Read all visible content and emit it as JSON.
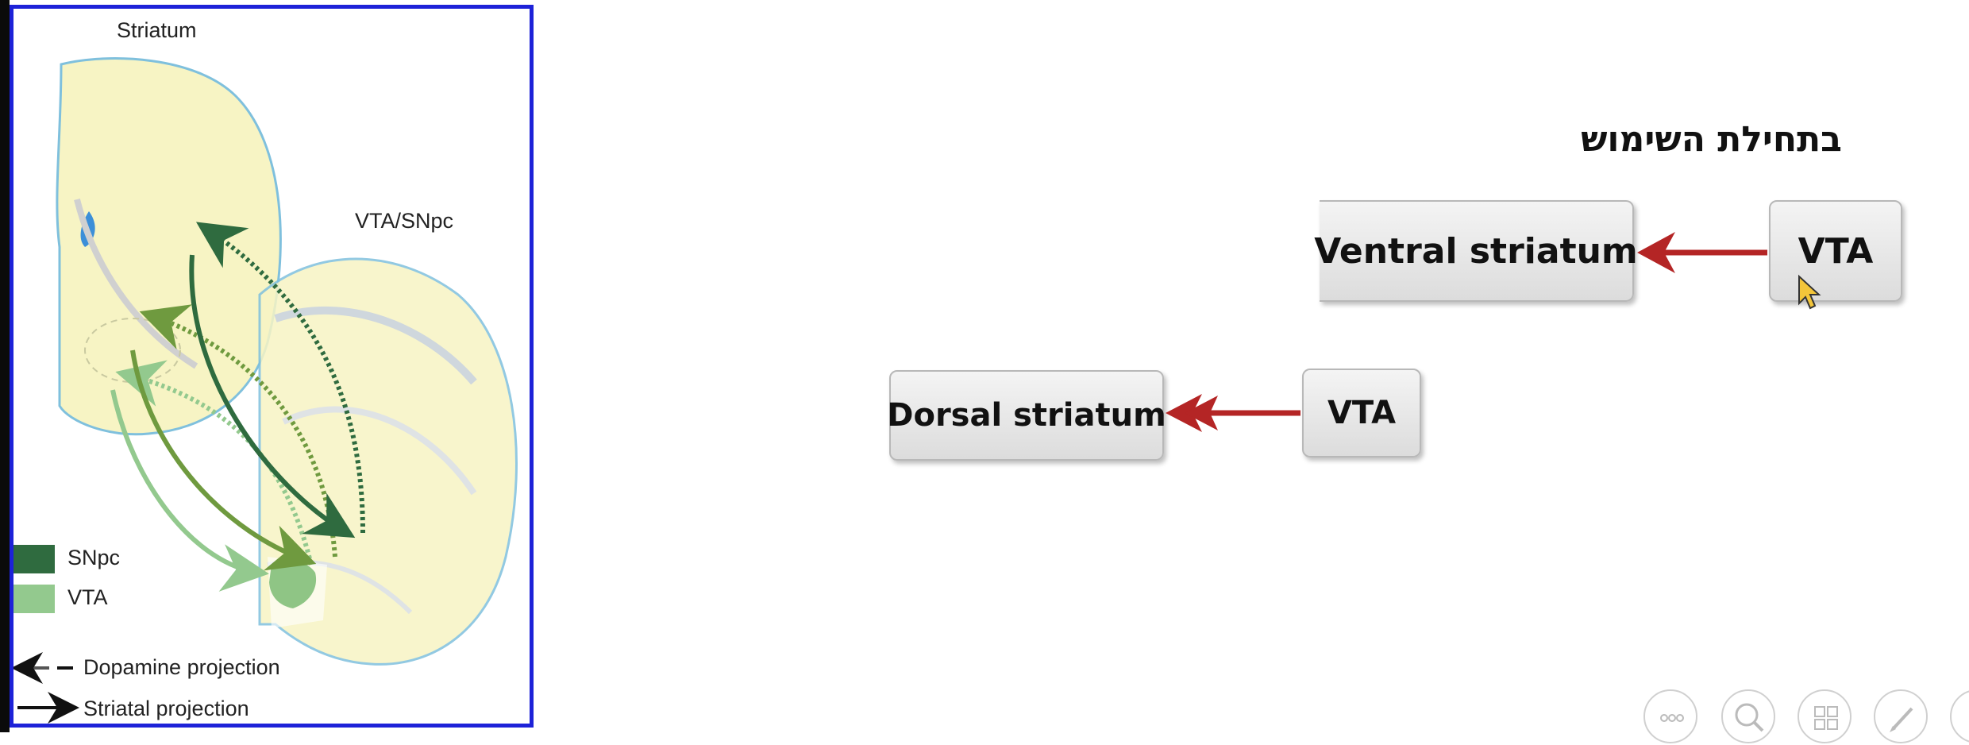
{
  "diagram": {
    "labels": {
      "striatum": "Striatum",
      "vta_snpc": "VTA/SNpc"
    },
    "legend": {
      "items": [
        {
          "label": "SNpc",
          "color": "#2f6b3f"
        },
        {
          "label": "VTA",
          "color": "#93c98e"
        }
      ],
      "arrows": [
        {
          "label": "Dopamine projection"
        },
        {
          "label": "Striatal projection"
        }
      ]
    }
  },
  "slide": {
    "title": "בתחילת השימוש",
    "flows": [
      {
        "source": "VTA",
        "target": "Ventral striatum"
      },
      {
        "source": "VTA",
        "target": "Dorsal striatum"
      }
    ]
  },
  "colors": {
    "frame": "#1d22d8",
    "arrow": "#b42525",
    "striatum_fill": "#f7f4c4",
    "outline": "#7fc0dd"
  },
  "controls": [
    "more-icon",
    "search-icon",
    "grid-icon",
    "pen-icon"
  ]
}
